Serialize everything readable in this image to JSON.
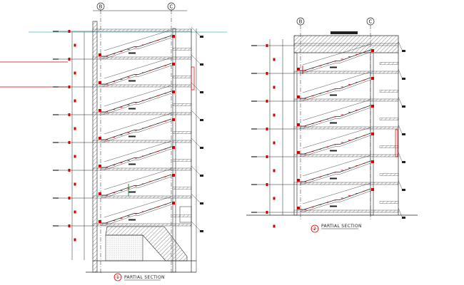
{
  "drawings": [
    {
      "id": "left",
      "grid_labels": [
        "B",
        "C"
      ],
      "title": "PARTIAL SECTION",
      "bubble_number": "1",
      "floors": 7
    },
    {
      "id": "right",
      "grid_labels": [
        "B",
        "C"
      ],
      "title": "PARTIAL SECTION",
      "bubble_number": "2",
      "floors": 6
    }
  ],
  "colors": {
    "line": "#222222",
    "red": "#d40000",
    "hatch": "#8a8a8a",
    "cyan": "#3fb0d6",
    "green": "#1a9a3a"
  }
}
